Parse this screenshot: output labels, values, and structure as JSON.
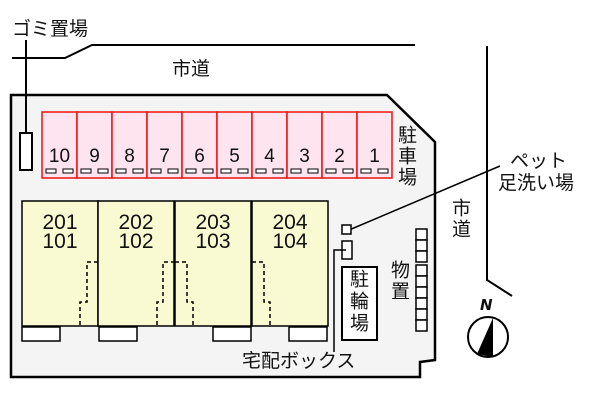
{
  "labels": {
    "garbage": "ゴミ置場",
    "road_top": "市道",
    "road_right": "市道",
    "parking": "駐車場",
    "pet_wash": [
      "ペット",
      "足洗い場"
    ],
    "bike_parking": "駐輪場",
    "storage": "物置",
    "delivery_box": "宅配ボックス",
    "north": "N"
  },
  "parking_spaces": [
    "10",
    "9",
    "8",
    "7",
    "6",
    "5",
    "4",
    "3",
    "2",
    "1"
  ],
  "units": [
    {
      "upper": "201",
      "lower": "101"
    },
    {
      "upper": "202",
      "lower": "102"
    },
    {
      "upper": "203",
      "lower": "103"
    },
    {
      "upper": "204",
      "lower": "104"
    }
  ],
  "colors": {
    "parking_fill": "#fde4ee",
    "parking_stroke": "#ee1111",
    "building_fill": "#fafad2",
    "lot_fill": "#f4f4f4"
  }
}
